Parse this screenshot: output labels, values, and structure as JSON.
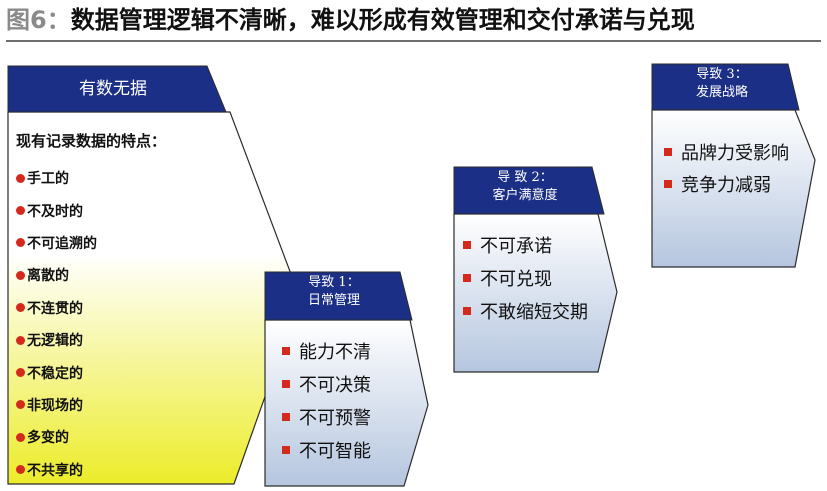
{
  "figure": {
    "label": "图6：",
    "title": "数据管理逻辑不清晰，难以形成有效管理和交付承诺与兑现"
  },
  "colors": {
    "header": "#1c2f86",
    "bullet": "#d42a1e",
    "outline": "#2b2b2b",
    "gradient_top": "#ffffff",
    "gradient_bottom": "#b5c6df",
    "yellow_bottom": "#ecec2a"
  },
  "source_box": {
    "header": "有数无据",
    "subtitle": "现有记录数据的特点：",
    "items": [
      "手工的",
      "不及时的",
      "不可追溯的",
      "离散的",
      "不连贯的",
      "无逻辑的",
      "不稳定的",
      "非现场的",
      "多变的",
      "不共享的"
    ]
  },
  "outcomes": [
    {
      "header_line1": "导致 1：",
      "header_line2": "日常管理",
      "items": [
        "能力不清",
        "不可决策",
        "不可预警",
        "不可智能"
      ]
    },
    {
      "header_line1": "导 致 2：",
      "header_line2": "客户满意度",
      "items": [
        "不可承诺",
        "不可兑现",
        "不敢缩短交期"
      ]
    },
    {
      "header_line1": "导致 3：",
      "header_line2": "发展战略",
      "items": [
        "品牌力受影响",
        "竞争力减弱"
      ]
    }
  ]
}
